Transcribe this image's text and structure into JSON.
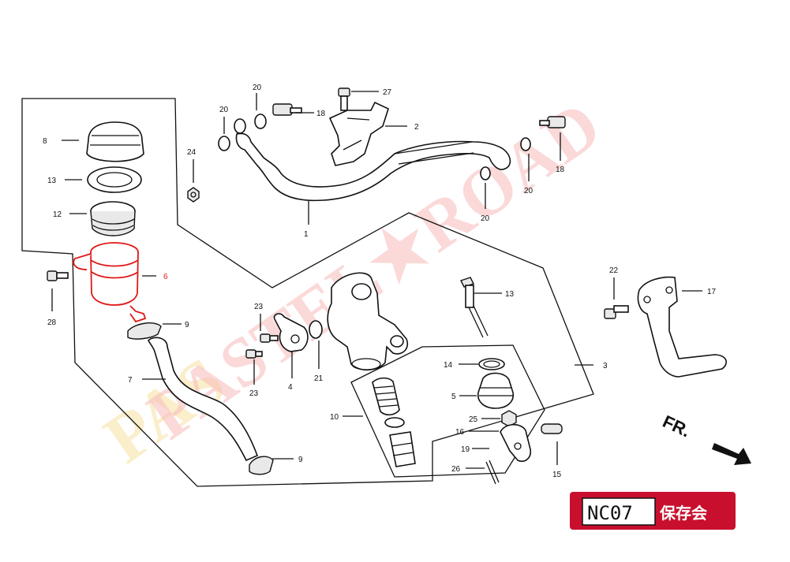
{
  "labels": [
    {
      "id": "l1",
      "text": "1"
    },
    {
      "id": "l2",
      "text": "2"
    },
    {
      "id": "l3",
      "text": "3"
    },
    {
      "id": "l4",
      "text": "4"
    },
    {
      "id": "l5",
      "text": "5"
    },
    {
      "id": "l6",
      "text": "6"
    },
    {
      "id": "l7",
      "text": "7"
    },
    {
      "id": "l8",
      "text": "8"
    },
    {
      "id": "l9a",
      "text": "9"
    },
    {
      "id": "l9b",
      "text": "9"
    },
    {
      "id": "l10",
      "text": "10"
    },
    {
      "id": "l12",
      "text": "12"
    },
    {
      "id": "l13a",
      "text": "13"
    },
    {
      "id": "l13b",
      "text": "13"
    },
    {
      "id": "l14",
      "text": "14"
    },
    {
      "id": "l15",
      "text": "15"
    },
    {
      "id": "l16",
      "text": "16"
    },
    {
      "id": "l17",
      "text": "17"
    },
    {
      "id": "l18a",
      "text": "18"
    },
    {
      "id": "l18b",
      "text": "18"
    },
    {
      "id": "l19",
      "text": "19"
    },
    {
      "id": "l20a",
      "text": "20"
    },
    {
      "id": "l20b",
      "text": "20"
    },
    {
      "id": "l20c",
      "text": "20"
    },
    {
      "id": "l20d",
      "text": "20"
    },
    {
      "id": "l21",
      "text": "21"
    },
    {
      "id": "l22",
      "text": "22"
    },
    {
      "id": "l23a",
      "text": "23"
    },
    {
      "id": "l23b",
      "text": "23"
    },
    {
      "id": "l24",
      "text": "24"
    },
    {
      "id": "l25",
      "text": "25"
    },
    {
      "id": "l26",
      "text": "26"
    },
    {
      "id": "l27",
      "text": "27"
    },
    {
      "id": "l28",
      "text": "28"
    }
  ],
  "highlighted_part": "6",
  "highlight_color": "#e01818",
  "watermark": {
    "text": "PASTEL★ROAD",
    "color": "#f7b9b9"
  },
  "direction_marker": {
    "text": "FR.",
    "icon": "arrow-down-right-icon"
  },
  "logo": {
    "text": "NC07",
    "subtitle": "保存会",
    "color": "#c8102e"
  }
}
